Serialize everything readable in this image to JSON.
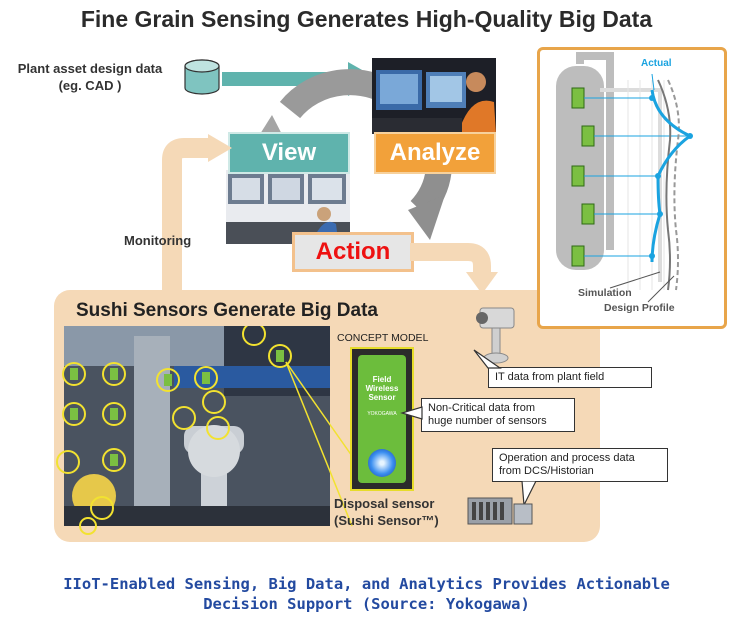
{
  "title": "Fine Grain Sensing Generates High-Quality Big Data",
  "plant_asset": {
    "line1": "Plant asset design data",
    "line2": "(eg. CAD )"
  },
  "cycle": {
    "view": "View",
    "analyze": "Analyze",
    "action": "Action"
  },
  "monitoring": "Monitoring",
  "sushi_title": "Sushi Sensors Generate Big Data",
  "concept_model": "CONCEPT MODEL",
  "sensor_device": {
    "l1": "Field",
    "l2": "Wireless",
    "l3": "Sensor",
    "brand": "YOKOGAWA"
  },
  "disposal_sensor": {
    "line1": "Disposal sensor",
    "line2": "(Sushi Sensor™)"
  },
  "callouts": {
    "it_data": "IT data from plant field",
    "non_critical": {
      "line1": "Non-Critical data from",
      "line2": "huge number of sensors"
    },
    "operation": {
      "line1": "Operation and process data",
      "line2": "from DCS/Historian"
    }
  },
  "profile_chart": {
    "actual": "Actual",
    "simulation": "Simulation",
    "design_profile": "Design Profile"
  },
  "caption": {
    "line1": "IIoT-Enabled Sensing, Big Data, and Analytics Provides Actionable",
    "line2": "Decision Support (Source: Yokogawa)"
  },
  "colors": {
    "view": "#5fb3ad",
    "analyze": "#f2a13a",
    "action_text": "#e11111",
    "panel": "#f5d9b7",
    "caption": "#234aa0",
    "actual_line": "#1aa3e0"
  }
}
